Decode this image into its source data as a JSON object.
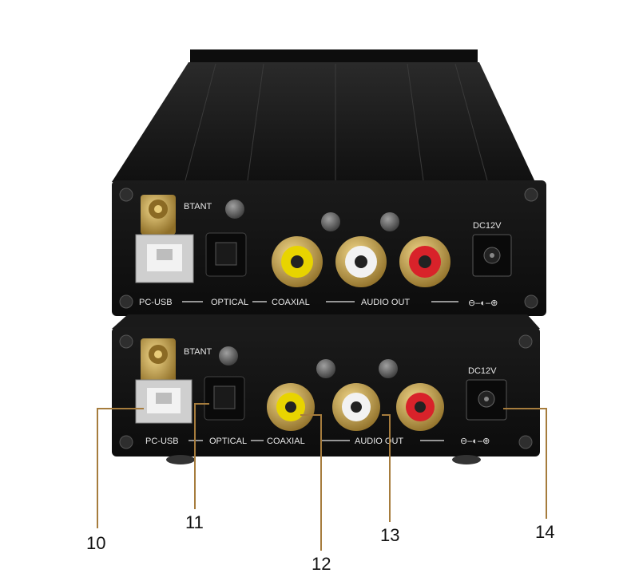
{
  "units": [
    {
      "labels": {
        "antenna": "BTANT",
        "dc": "DC12V",
        "usb": "PC-USB",
        "optical": "OPTICAL",
        "coaxial": "COAXIAL",
        "audio_out": "AUDIO OUT"
      }
    },
    {
      "labels": {
        "antenna": "BTANT",
        "dc": "DC12V",
        "usb": "PC-USB",
        "optical": "OPTICAL",
        "coaxial": "COAXIAL",
        "audio_out": "AUDIO OUT"
      }
    }
  ],
  "callouts": [
    "10",
    "11",
    "12",
    "13",
    "14"
  ],
  "colors": {
    "callout_line": "#a67c3d",
    "chassis": "#161616",
    "rca_yellow": "#e8d400",
    "rca_white": "#f2f2f2",
    "rca_red": "#d8222a",
    "gold": "#c9a547"
  }
}
